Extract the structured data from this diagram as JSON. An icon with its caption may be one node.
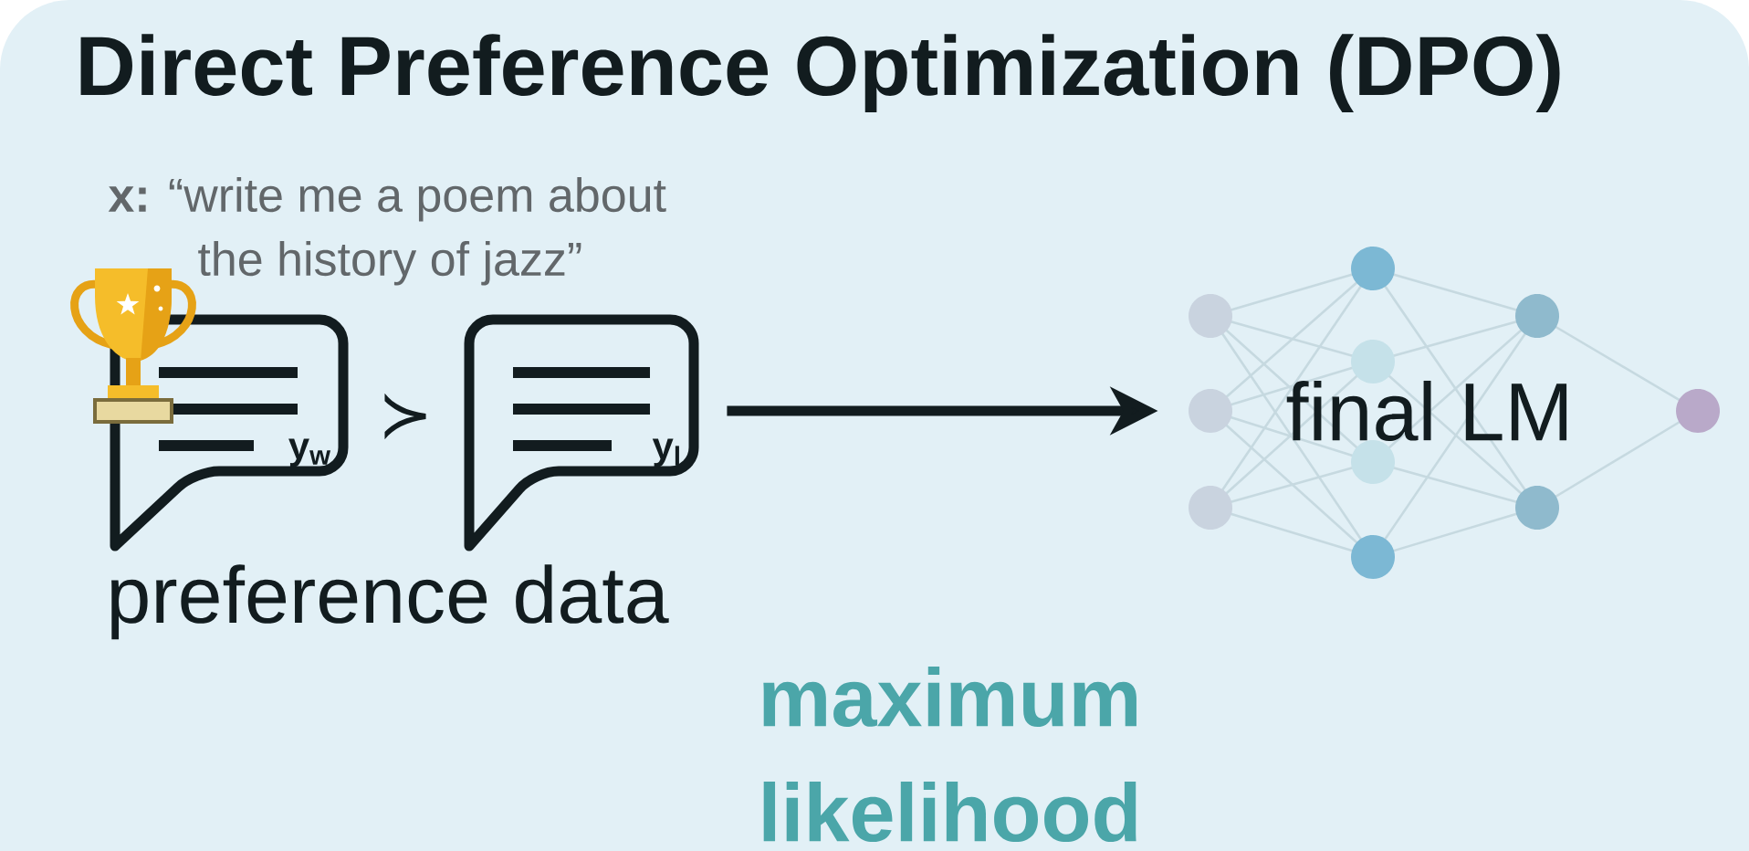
{
  "diagram": {
    "title": "Direct Preference Optimization (DPO)",
    "nodes": [
      {
        "text": [
          "y$_{w}$"
        ]
      },
      {
        "text": [
          "y$_{l}$"
        ]
      },
      {
        "text": [
          "final LM"
        ]
      }
    ],
    "edges": [
      {
        "from": 1,
        "to": 2,
        "arrow": "to"
      }
    ],
    "labels": [
      "**x:** “write me a poem about the history of jazz”",
      "≻",
      "preference data",
      "maximum likelihood"
    ]
  }
}
